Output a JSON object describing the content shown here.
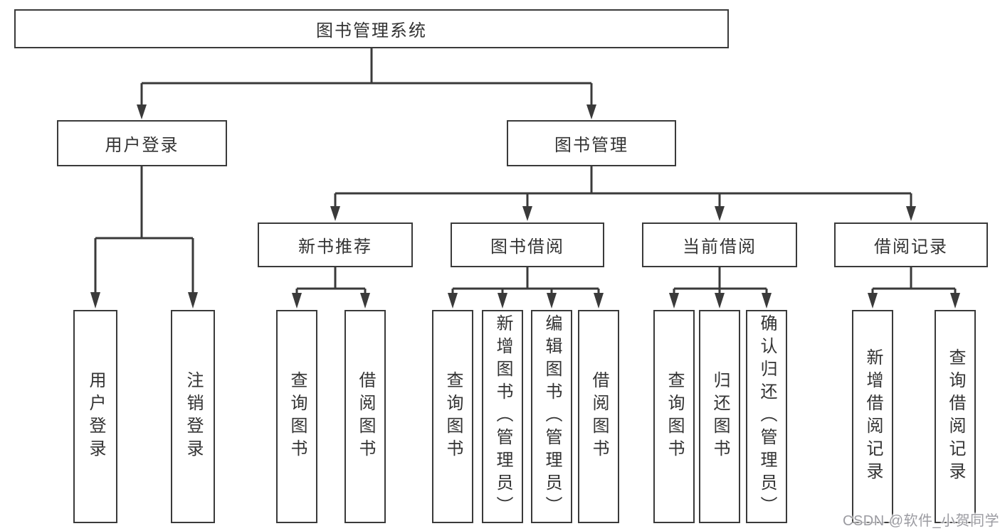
{
  "diagram": {
    "root": {
      "label": "图书管理系统"
    },
    "level2": {
      "user_login": {
        "label": "用户登录"
      },
      "book_mgmt": {
        "label": "图书管理"
      }
    },
    "level3": {
      "new_books": {
        "label": "新书推荐"
      },
      "book_borrow": {
        "label": "图书借阅"
      },
      "current_borrow": {
        "label": "当前借阅"
      },
      "borrow_records": {
        "label": "借阅记录"
      }
    },
    "leaves": {
      "login": {
        "label": "用户登录"
      },
      "logout": {
        "label": "注销登录"
      },
      "nb_query": {
        "label": "查询图书"
      },
      "nb_borrow": {
        "label": "借阅图书"
      },
      "bb_query": {
        "label": "查询图书"
      },
      "bb_add": {
        "label": "新增图书（管理员）"
      },
      "bb_edit": {
        "label": "编辑图书（管理员）"
      },
      "bb_borrow": {
        "label": "借阅图书"
      },
      "cb_query": {
        "label": "查询图书"
      },
      "cb_return": {
        "label": "归还图书"
      },
      "cb_confirm": {
        "label": "确认归还（管理员）"
      },
      "br_add": {
        "label": "新增借阅记录"
      },
      "br_query": {
        "label": "查询借阅记录"
      }
    },
    "colors": {
      "line": "#3a3a3a",
      "text": "#333333",
      "box_background": "#ffffff"
    }
  },
  "watermark": {
    "text": "CSDN @软件_小贺同学",
    "color": "#9b9ba1"
  }
}
